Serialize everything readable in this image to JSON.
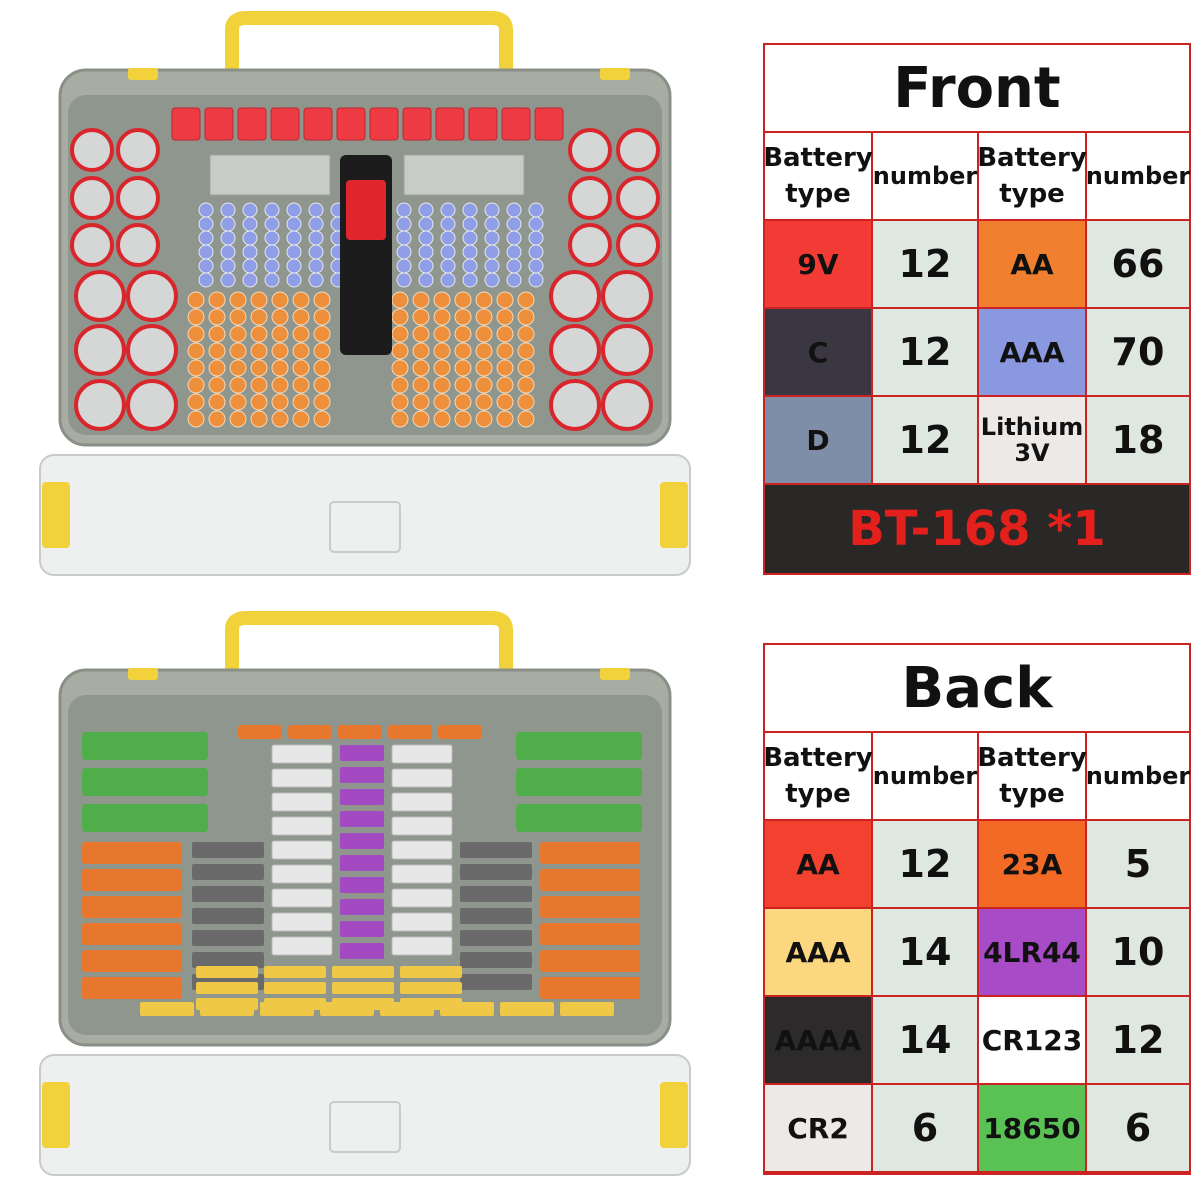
{
  "front": {
    "title": "Front",
    "headers": {
      "type_a": "Battery type",
      "num_a": "number",
      "type_b": "Battery type",
      "num_b": "number"
    },
    "rows": [
      {
        "type_a": "9V",
        "color_a": "#f23b34",
        "num_a": "12",
        "type_b": "AA",
        "color_b": "#f0802f",
        "num_b": "66"
      },
      {
        "type_a": "C",
        "color_a": "#3a3642",
        "num_a": "12",
        "type_b": "AAA",
        "color_b": "#8a98e0",
        "num_b": "70"
      },
      {
        "type_a": "D",
        "color_a": "#7d8ea6",
        "num_a": "12",
        "type_b": "Lithium 3V",
        "color_b": "#ece9e7",
        "num_b": "18"
      }
    ],
    "footer": "BT-168 *1"
  },
  "back": {
    "title": "Back",
    "headers": {
      "type_a": "Battery type",
      "num_a": "number",
      "type_b": "Battery type",
      "num_b": "number"
    },
    "rows": [
      {
        "type_a": "AA",
        "color_a": "#f2412e",
        "num_a": "12",
        "type_b": "23A",
        "color_b": "#f26a25",
        "num_b": "5"
      },
      {
        "type_a": "AAA",
        "color_a": "#fbd780",
        "num_a": "14",
        "type_b": "4LR44",
        "color_b": "#a74bc6",
        "num_b": "10"
      },
      {
        "type_a": "AAAA",
        "color_a": "#2c2a2a",
        "num_a": "14",
        "type_b": "CR123",
        "color_b": "#ffffff",
        "num_b": "12"
      },
      {
        "type_a": "CR2",
        "color_a": "#ece9e7",
        "num_a": "6",
        "type_b": "18650",
        "color_b": "#5ac255",
        "num_b": "6"
      }
    ]
  },
  "colors": {
    "accent_border": "#cc2222",
    "number_cell": "#dfe7e1",
    "case_body": "#a9b0a6",
    "handle": "#f2d23a"
  }
}
